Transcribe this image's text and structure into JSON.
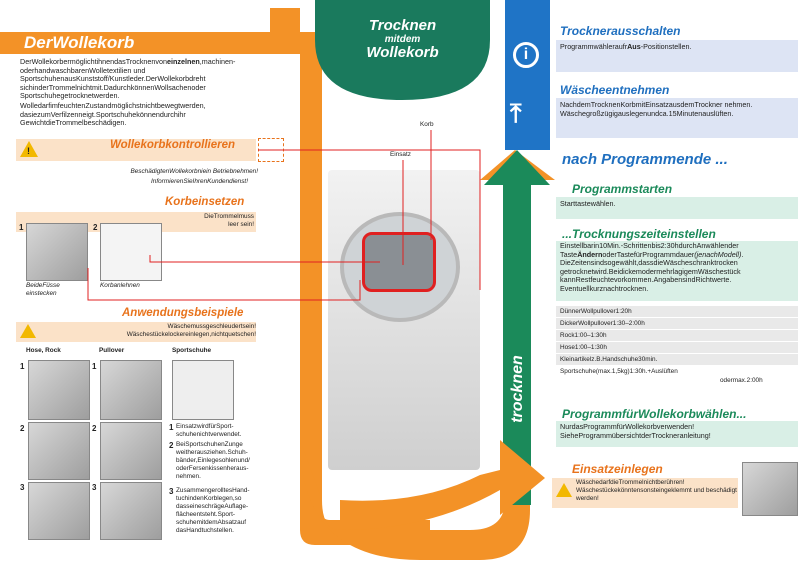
{
  "top_title": {
    "l1": "Trocknen",
    "l2": "mitdem",
    "l3": "Wollekorb"
  },
  "left": {
    "title": "DerWollekorb",
    "intro_before": "DerWollekorbermöglichtihnendasTrocknenvon",
    "intro_bold": "einzelnen",
    "intro_after": ",machinen-oderhandwaschbarenWolletextilien und SportschuhenausKunststoff/Kunstleder.DerWollekorbdreht sichinderTrommelnichtmit.DadurchkönnenWollsachenoder Sportschuhegetrocknetwerden.",
    "intro2": "WolledarfimfeuchtenZustandmöglichstnichtbewegtwerden, dasiezumVerfilzenneigt.Sportschuhekönnendurchihr GewichtdieTrommelbeschädigen.",
    "kontroll_title": "Wollekorbkontrollieren",
    "kontroll_l1": "BeschädigtenWollekorbniein Betriebnehmen!",
    "kontroll_l2": "InformierenSieIhrenKundendienst!",
    "korb_title": "Korbeinsetzen",
    "korb_note": "DieTrommelmuss leer sein!",
    "step1": "1",
    "step2": "2",
    "cap1": "BeideFüsse einstecken",
    "cap2": "Korbanlehnen",
    "anw_title": "Anwendungsbeispiele",
    "anw_note": "Wäschemussgeschleudertsein! Wäschestückelockereinlegen,nichtquetschen!",
    "col_hose": "Hose, Rock",
    "col_pull": "Pullover",
    "col_schuh": "Sportschuhe",
    "r1": "1",
    "r2": "2",
    "r3": "3",
    "schuh_steps": [
      "EinsatzwirdfürSport- schuhenichtverwendet.",
      "BeiSportschuhenZunge weitherausziehen.Schuh- bänder,Einlegesohlenund/ oderFersenkissenheraus- nehmen.",
      "ZusammengerolltesHand- tuchindenKorblegen,so dasseineschrägeAuflage- flächeentsteht.Sport- schuhemitdemAbsatzauf dasHandtuchstellen."
    ]
  },
  "center": {
    "label_korb": "Korb",
    "label_einsatz": "Einsatz",
    "trocknen_vertical": "trocknen"
  },
  "right": {
    "s1_title": "Trocknerausschalten",
    "s1_pre": "Programmwähleraufr",
    "s1_bold": "Aus",
    "s1_post": "-Positionstellen.",
    "s2_title": "Wäscheentnehmen",
    "s2_text": "NachdemTrocknenKorbmitEinsatzausdemTrockner nehmen. Wäschegroßzügigauslegenundca.15Minutenauslüften.",
    "s3_title": "nach Programmende ...",
    "s4_title": "Programmstarten",
    "s4_text": "Starttastewählen.",
    "s5_title": "...Trocknungszeiteinstellen",
    "s5_text_a": "Einstellbarin10Min.-Schrittenbis2:30hdurchAnwählender Taste",
    "s5_text_bold": "Ändern",
    "s5_text_b": "oderTastefürProgrammdauer",
    "s5_text_it": "(jenachModell)",
    "s5_text_c": ". DieZeitensindsogewählt,dassdieWäscheschranktrocken getrocknetwird.BeidickemodermehrlagigemWäschestück kannRestfeuchtevorkommen.AngabensindRichtwerte. Eventuellkurznachtrocknen.",
    "times": [
      "DünnerWollpullover1:20h",
      "DickerWollpullover1:30–2:00h",
      "Rock1:00–1:30h",
      "Hose1:00–1:30h",
      "Kleinartikelz.B.Handschuhe30min.",
      "Sportschuhe(max.1,5kg)1:30h.+Auslüften"
    ],
    "times_extra": "odermax.2:00h",
    "s6_title": "ProgrammfürWollekorbwählen...",
    "s6_text": "NurdasProgrammfürWollekorbverwenden! SieheProgrammübersichtderTrockneranleitung!",
    "s7_title": "Einsatzeinlegen",
    "s7_text": "WäschedarfdieTrommelnichtberühren! Wäschestückekönntensonsteingeklemmt und beschädigt werden!"
  },
  "colors": {
    "orange": "#f39227",
    "blue": "#1f74c6",
    "green": "#1b8a5a",
    "darkgreen": "#1a7a5d"
  }
}
